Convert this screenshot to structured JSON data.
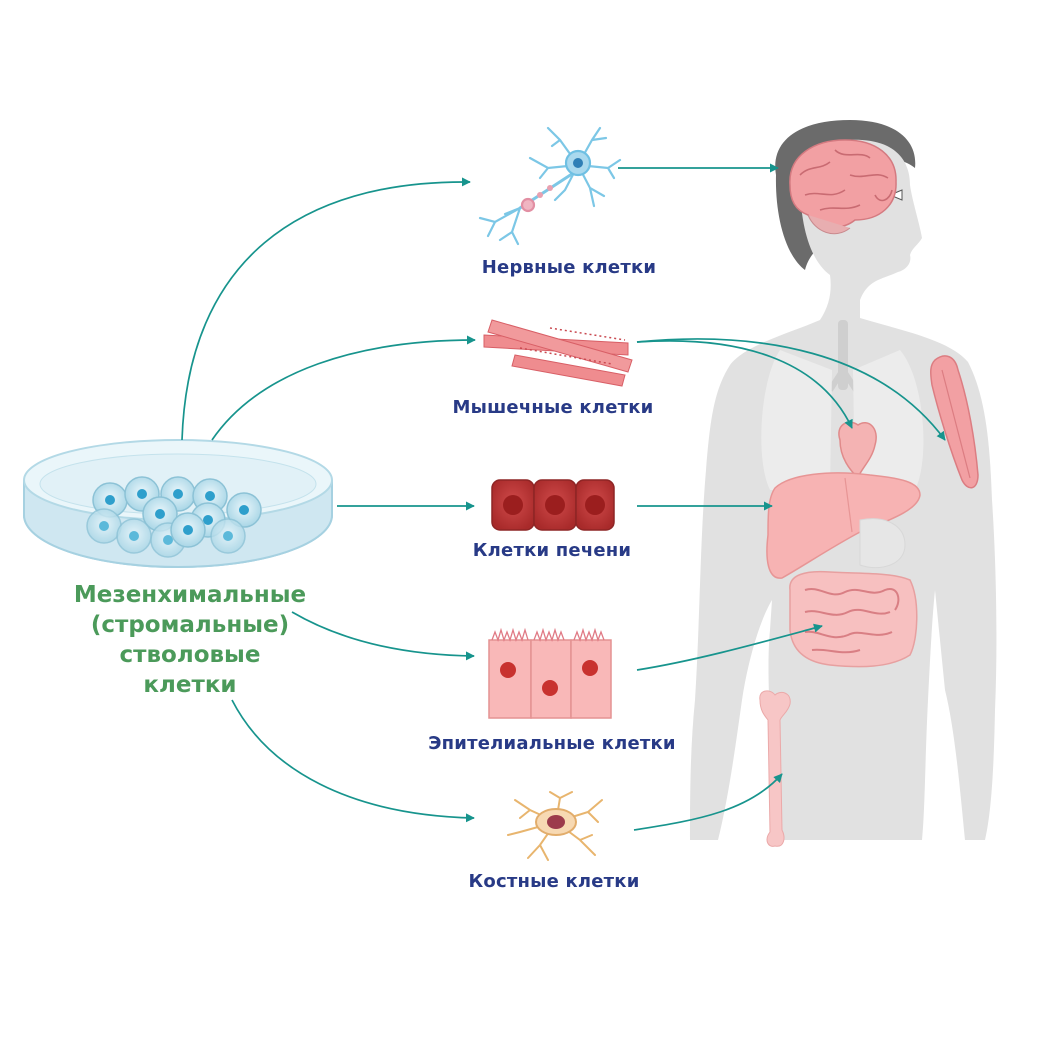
{
  "colors": {
    "arrow": "#17948d",
    "label": "#283a86",
    "stem_label": "#4b9a5a",
    "body": "#e1e1e1",
    "organ": "#f2a9a9",
    "dish": "#c9e6f1"
  },
  "stem_cells": {
    "lines": [
      "Мезенхимальные",
      "(стромальные)",
      "стволовые",
      "клетки"
    ]
  },
  "cell_types": [
    {
      "label": "Нервные клетки",
      "icon": "neuron-icon",
      "target": "brain"
    },
    {
      "label": "Мышечные клетки",
      "icon": "muscle-fibers-icon",
      "target": "heart-and-arm-muscle"
    },
    {
      "label": "Клетки печени",
      "icon": "liver-cells-icon",
      "target": "liver"
    },
    {
      "label": "Эпителиальные клетки",
      "icon": "epithelial-cells-icon",
      "target": "intestine"
    },
    {
      "label": "Костные клетки",
      "icon": "bone-cell-icon",
      "target": "femur"
    }
  ]
}
